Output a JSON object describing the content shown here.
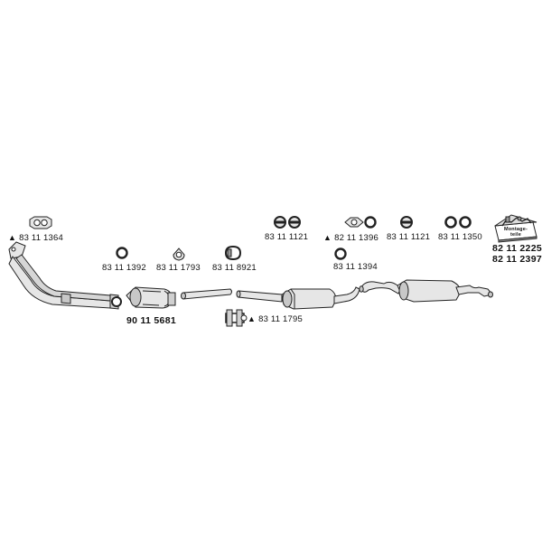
{
  "parts": {
    "gasket_manifold": {
      "number": "83 11 1364",
      "marker": "▲"
    },
    "ring_a": {
      "number": "83 11 1392"
    },
    "gasket_triangle": {
      "number": "83 11 1793"
    },
    "clamp_a": {
      "number": "83 11 8921"
    },
    "catalyst": {
      "number": "90 11 5681"
    },
    "clamp_b": {
      "number": "83 11 1795",
      "marker": "▲"
    },
    "rubber_pair_a": {
      "number": "83 11 1121"
    },
    "gasket_pair": {
      "number": "82 11 1396",
      "marker": "▲"
    },
    "rubber_pair_b": {
      "number": "83 11 1121"
    },
    "ring_pair": {
      "number": "83 11 1350"
    },
    "ring_b": {
      "number": "83 11 1394"
    },
    "mounting_kit": {
      "box_label": "Montage-teile",
      "number_1": "82 11 2225",
      "number_2": "82 11 2397"
    }
  },
  "colors": {
    "line": "#222222",
    "fill": "#e6e6e6",
    "shade": "#c8c8c8"
  }
}
